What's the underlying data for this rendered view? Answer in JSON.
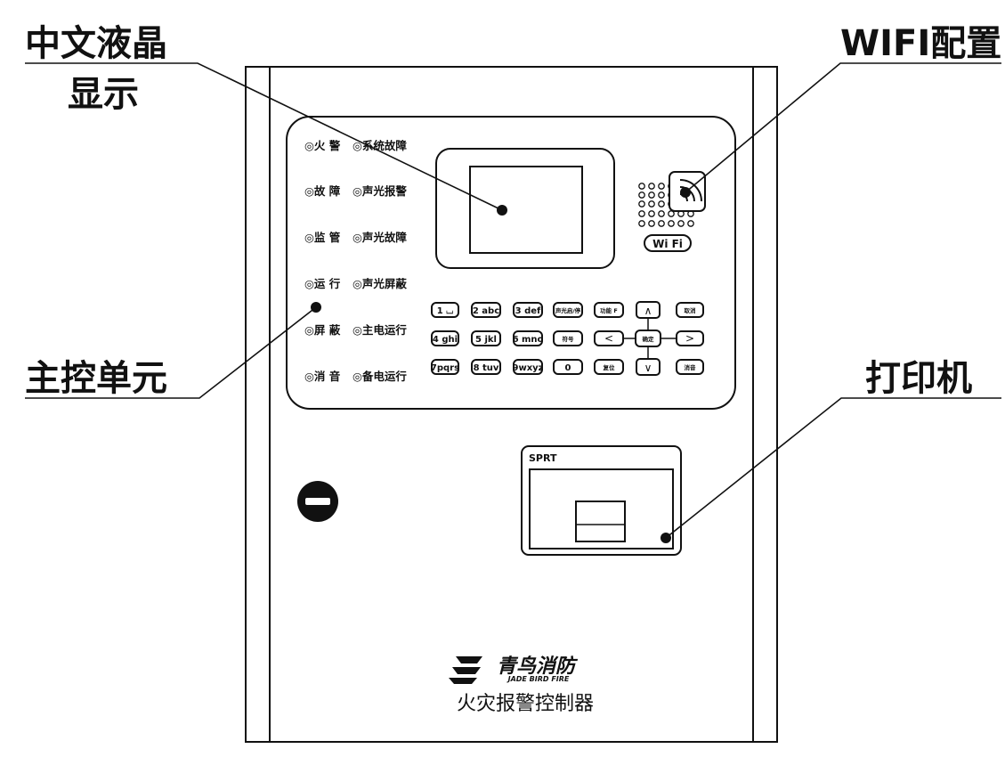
{
  "callouts": {
    "lcd_line1": "中文液晶",
    "lcd_line2": "显示",
    "wifi": "WIFI配置",
    "main_unit": "主控单元",
    "printer": "打印机"
  },
  "indicators_left": [
    "◎火 警",
    "◎故 障",
    "◎监 管",
    "◎运 行",
    "◎屏 蔽",
    "◎消 音"
  ],
  "indicators_right": [
    "◎系统故障",
    "◎声光报警",
    "◎声光故障",
    "◎声光屏蔽",
    "◎主电运行",
    "◎备电运行"
  ],
  "keypad": {
    "row1": [
      "1 ⌴",
      "2 abc",
      "3 def",
      "声光启/停",
      "功能 F"
    ],
    "row2": [
      "4 ghi",
      "5 jkl",
      "6 mno",
      "符号"
    ],
    "row3": [
      "7pqrs",
      "8 tuv",
      "9wxyz",
      "0",
      "复位"
    ],
    "up": "∧",
    "down": "∨",
    "left": "<",
    "right": ">",
    "ok": "确定",
    "cancel": "取消",
    "mute": "消音"
  },
  "wifi_badge": "Wi Fi",
  "printer_brand": "SPRT",
  "brand": {
    "name_cn": "青鸟消防",
    "name_en": "JADE BIRD FIRE",
    "product": "火灾报警控制器"
  }
}
